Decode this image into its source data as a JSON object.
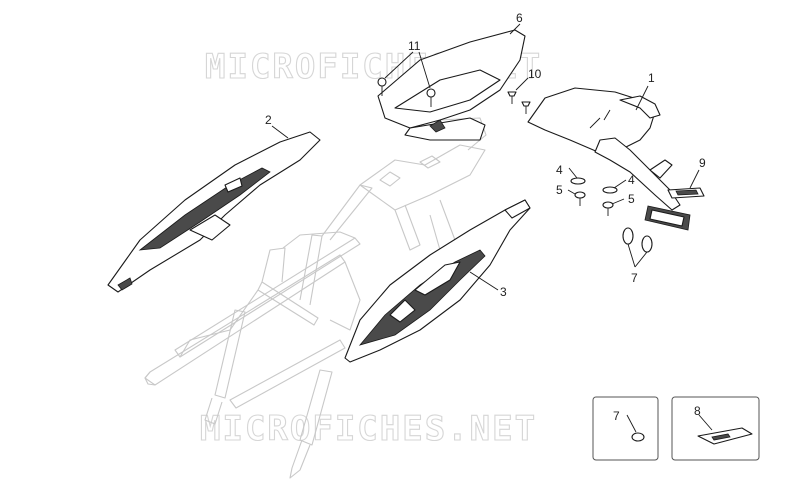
{
  "watermark": {
    "top": "MICROFICHES.NET",
    "bottom": "MICROFICHES.NET"
  },
  "callouts": {
    "c1": "1",
    "c2": "2",
    "c3": "3",
    "c4a": "4",
    "c4b": "4",
    "c5a": "5",
    "c5b": "5",
    "c6": "6",
    "c7a": "7",
    "c7b": "7",
    "c8": "8",
    "c9": "9",
    "c10": "10",
    "c11": "11"
  }
}
